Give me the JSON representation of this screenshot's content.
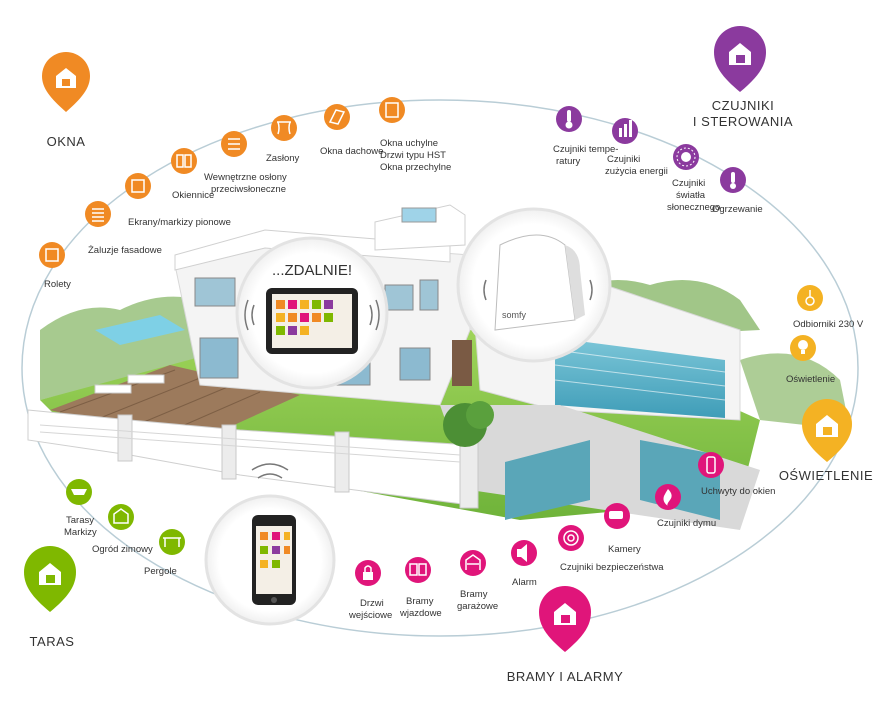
{
  "categories": {
    "okna": {
      "label": "OKNA",
      "color": "#f08a24"
    },
    "czujniki": {
      "label_line1": "CZUJNIKI",
      "label_line2": "I STEROWANIA",
      "color": "#8b3a9e"
    },
    "oswietlenie": {
      "label": "OŚWIETLENIE",
      "color": "#f4b223"
    },
    "bramy": {
      "label": "BRAMY I ALARMY",
      "color": "#e0157a"
    },
    "taras": {
      "label": "TARAS",
      "color": "#7fb800"
    }
  },
  "center": {
    "zdalnie": "...ZDALNIE!",
    "brand": "somfy"
  },
  "items": {
    "rolety": "Rolety",
    "zaluzje": "Żaluzje fasadowe",
    "ekrany": "Ekrany/markizy pionowe",
    "okiennice": "Okiennice",
    "oslony_l1": "Wewnętrzne osłony",
    "oslony_l2": "przeciwsłoneczne",
    "zaslony": "Zasłony",
    "okna_dachowe": "Okna dachowe",
    "okna_uchylne_l1": "Okna uchylne",
    "okna_uchylne_l2": "Drzwi typu HST",
    "okna_uchylne_l3": "Okna przechylne",
    "czujniki_temp_l1": "Czujniki tempe-",
    "czujniki_temp_l2": "ratury",
    "czujniki_energii_l1": "Czujniki",
    "czujniki_energii_l2": "zużycia energii",
    "czujniki_swiatla_l1": "Czujniki",
    "czujniki_swiatla_l2": "światła",
    "czujniki_swiatla_l3": "słonecznego",
    "ogrzewanie": "Ogrzewanie",
    "odbiorniki": "Odbiorniki 230 V",
    "oswietlenie_item": "Oświetlenie",
    "uchwyty": "Uchwyty do okien",
    "czujniki_dymu": "Czujniki dymu",
    "kamery": "Kamery",
    "czujniki_bezp": "Czujniki bezpieczeństwa",
    "alarm": "Alarm",
    "bramy_garazowe_l1": "Bramy",
    "bramy_garazowe_l2": "garażowe",
    "bramy_wjazdowe_l1": "Bramy",
    "bramy_wjazdowe_l2": "wjazdowe",
    "drzwi_l1": "Drzwi",
    "drzwi_l2": "wejściowe",
    "pergole": "Pergole",
    "ogrod": "Ogród zimowy",
    "tarasy_l1": "Tarasy",
    "tarasy_l2": "Markizy"
  }
}
